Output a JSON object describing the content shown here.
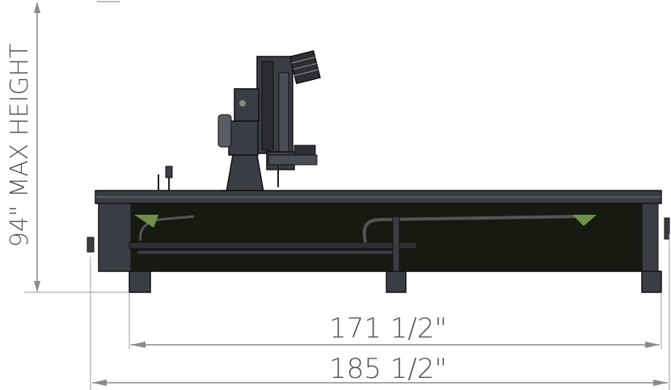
{
  "dimensions": {
    "height_label": "94\" MAX HEIGHT",
    "inner_width_label": "171 1/2\"",
    "outer_width_label": "185 1/2\""
  },
  "colors": {
    "frame": "#3a3d44",
    "frame_dark": "#1f2126",
    "bed": "#161a10",
    "accent_green": "#6f8f4a",
    "dimension_line": "#8a8a8a",
    "dimension_text": "#555555"
  }
}
